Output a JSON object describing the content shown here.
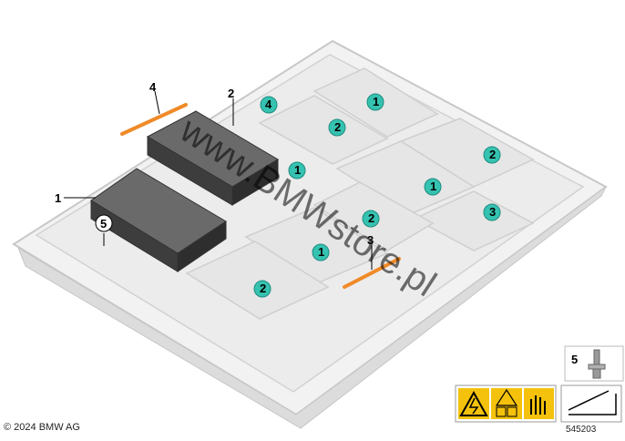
{
  "watermark": "www.BMWstore.pl",
  "copyright": "© 2024 BMW AG",
  "diagram_id": "545203",
  "callouts": {
    "c1": "1",
    "c2": "2",
    "c3": "3",
    "c4": "4",
    "c5": "5"
  },
  "badges": {
    "b1": "1",
    "b2": "2",
    "b3": "3",
    "b4": "4"
  },
  "legend": {
    "part5": "5"
  },
  "colors": {
    "badge": "#35c2b0",
    "strap": "#f08a28",
    "tray": "#ececec",
    "module": "#e6e6e6",
    "box": "#5a5a5a",
    "warning": "#f4c20d"
  },
  "icons": [
    "high-voltage-warning-icon",
    "read-manual-icon",
    "do-not-touch-icon",
    "slope-angle-icon",
    "bolt-icon"
  ]
}
